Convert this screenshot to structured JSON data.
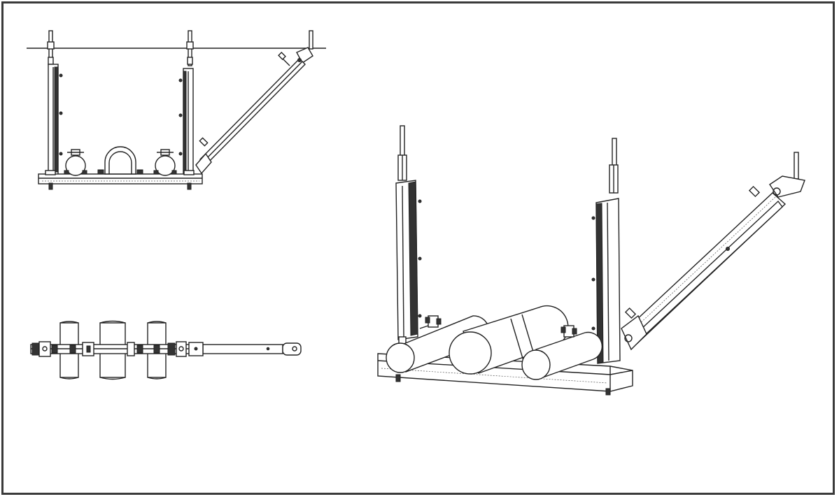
{
  "drawing": {
    "views": [
      {
        "id": "front-view",
        "pipes": 3
      },
      {
        "id": "plan-view",
        "pipes": 3
      },
      {
        "id": "isometric-view",
        "pipes": 3
      }
    ],
    "colors": {
      "line": "#222222",
      "frame": "#3a3a3a",
      "background": "#ffffff"
    }
  }
}
